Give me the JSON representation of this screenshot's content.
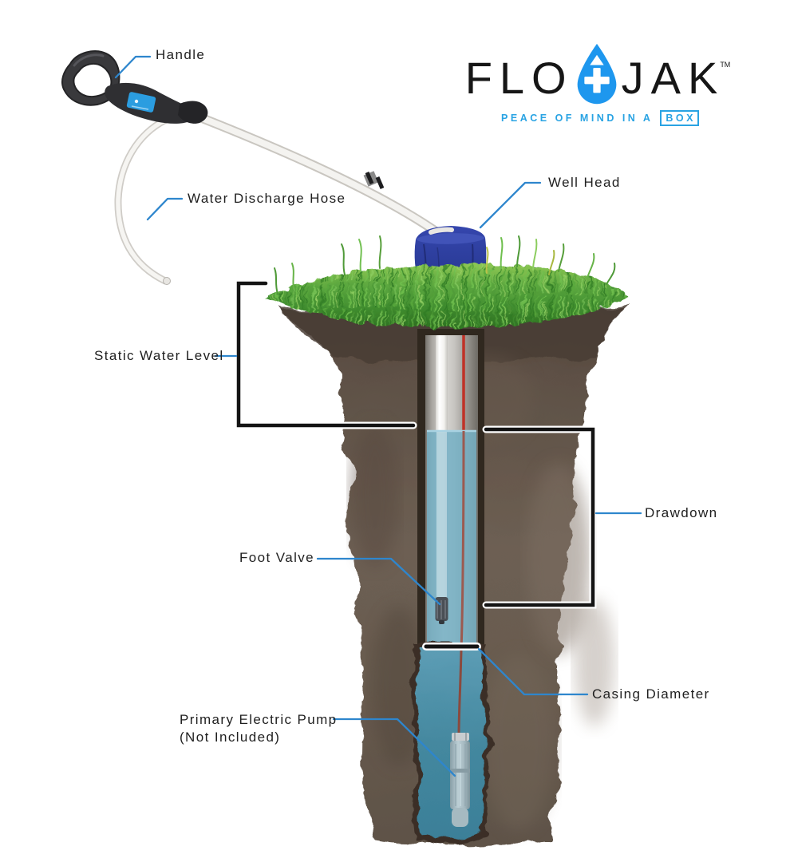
{
  "brand": {
    "name_left": "FLO",
    "name_right": "JAK",
    "trademark": "TM",
    "tagline_prefix": "PEACE OF MIND IN A",
    "tagline_boxed": "BOX",
    "logo_icon": "water-drop-plus-icon"
  },
  "callouts": {
    "handle": "Handle",
    "water_discharge_hose": "Water Discharge Hose",
    "well_head": "Well Head",
    "static_water_level": "Static Water Level",
    "drawdown": "Drawdown",
    "foot_valve": "Foot Valve",
    "casing_diameter": "Casing Diameter",
    "primary_electric_pump": "Primary Electric Pump",
    "primary_electric_pump_note": "(Not Included)"
  },
  "colors": {
    "leader_blue": "#2e86cd",
    "bracket_black": "#141414",
    "label_text": "#1f1f1f",
    "logo_blue": "#1e97ee",
    "tagline_blue": "#29a3e3",
    "well_head_blue": "#2c3d9e",
    "grass_green": "#55a13c",
    "soil_brown": "#65584c",
    "water_blue": "#74b0c6",
    "deep_water_teal": "#44889f",
    "cable_red": "#c03227"
  }
}
